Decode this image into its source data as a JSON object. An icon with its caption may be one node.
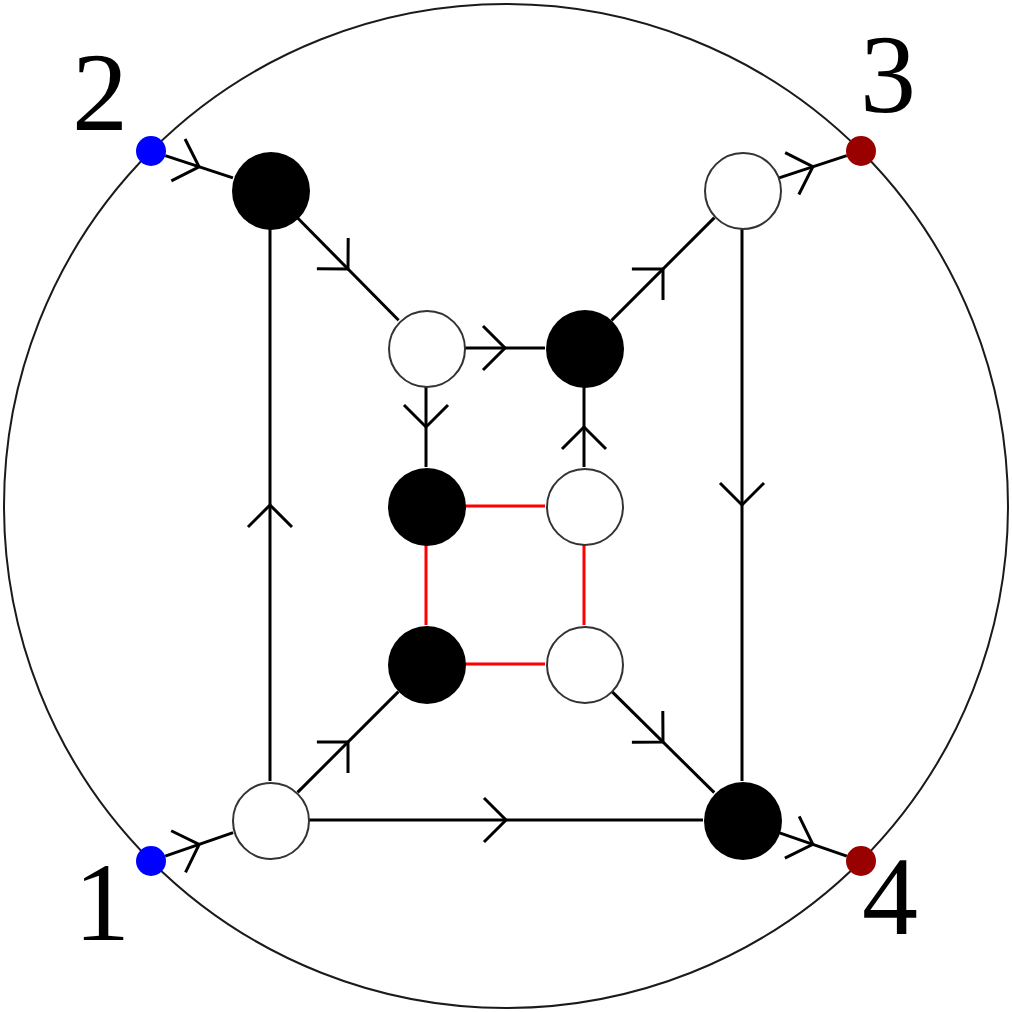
{
  "diagram": {
    "nodes": [
      {
        "text": [],
        "shape": "circle",
        "beside": [
          "2"
        ]
      },
      {
        "text": [],
        "shape": "circle",
        "beside": [
          "3"
        ]
      },
      {
        "text": [],
        "shape": "circle"
      },
      {
        "text": [],
        "shape": "circle"
      },
      {
        "text": [],
        "shape": "circle"
      },
      {
        "text": [],
        "shape": "circle"
      },
      {
        "text": [],
        "shape": "circle"
      },
      {
        "text": [],
        "shape": "circle"
      },
      {
        "text": [],
        "shape": "circle"
      },
      {
        "text": [],
        "shape": "circle"
      },
      {
        "text": [],
        "shape": "circle"
      },
      {
        "text": [],
        "shape": "circle"
      },
      {
        "text": [],
        "shape": "circle",
        "beside": [
          "1"
        ]
      },
      {
        "text": [],
        "shape": "circle",
        "beside": [
          "4"
        ]
      }
    ],
    "edges": [
      {
        "from": 0,
        "to": 2,
        "arrow": "to"
      },
      {
        "from": 2,
        "to": 4,
        "arrow": "to"
      },
      {
        "from": 4,
        "to": 5,
        "arrow": "to"
      },
      {
        "from": 4,
        "to": 6,
        "arrow": "to"
      },
      {
        "from": 7,
        "to": 5,
        "arrow": "to"
      },
      {
        "from": 5,
        "to": 3,
        "arrow": "to"
      },
      {
        "from": 3,
        "to": 1,
        "arrow": "to"
      },
      {
        "from": 3,
        "to": 11,
        "arrow": "to"
      },
      {
        "from": 10,
        "to": 2,
        "arrow": "to"
      },
      {
        "from": 12,
        "to": 10,
        "arrow": "to"
      },
      {
        "from": 10,
        "to": 8,
        "arrow": "to"
      },
      {
        "from": 10,
        "to": 11,
        "arrow": "to"
      },
      {
        "from": 9,
        "to": 11,
        "arrow": "to"
      },
      {
        "from": 11,
        "to": 13,
        "arrow": "to"
      },
      {
        "from": 6,
        "to": 7,
        "arrow": "none",
        "color": "#ff0000"
      },
      {
        "from": 6,
        "to": 8,
        "arrow": "none",
        "color": "#ff0000"
      },
      {
        "from": 7,
        "to": 9,
        "arrow": "none",
        "color": "#ff0000"
      },
      {
        "from": 8,
        "to": 9,
        "arrow": "none",
        "color": "#ff0000"
      }
    ]
  }
}
